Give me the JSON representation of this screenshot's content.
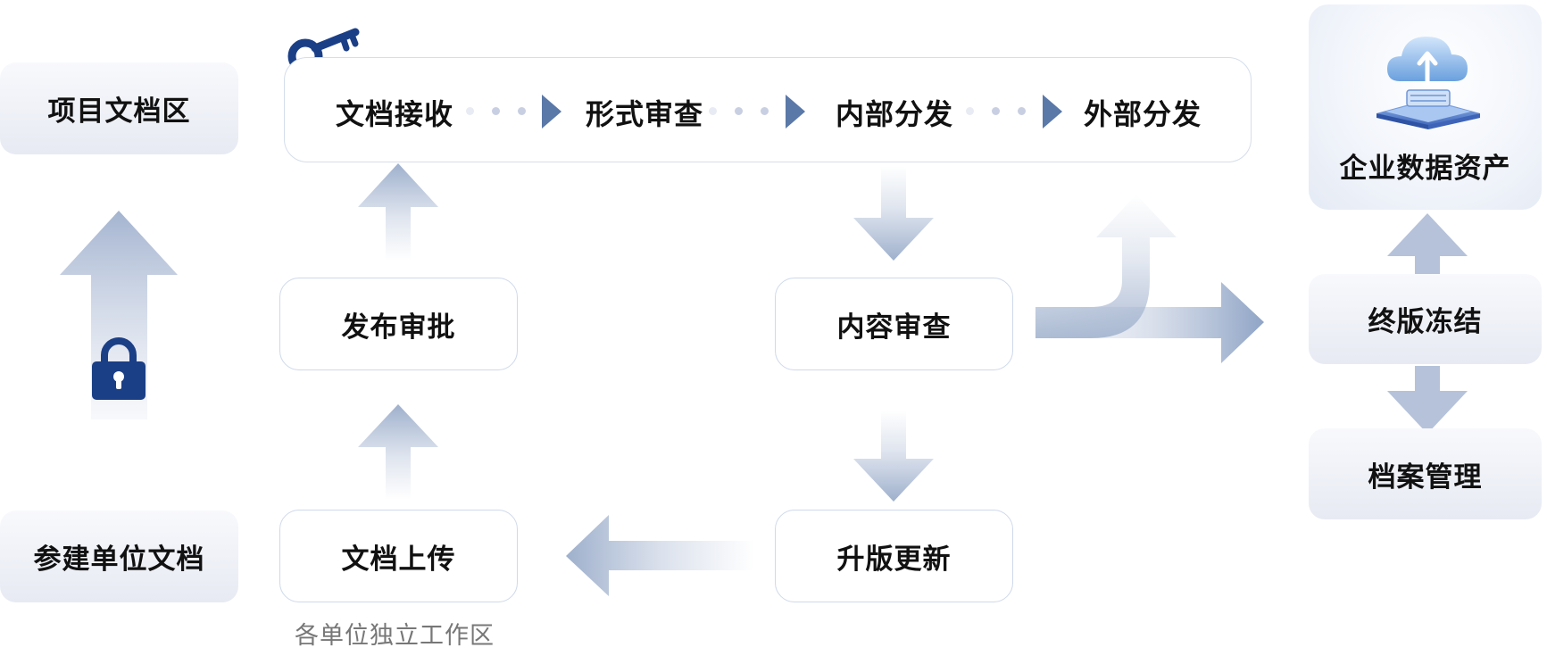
{
  "nodes": {
    "project_docs": "项目文档区",
    "participant_docs": "参建单位文档",
    "approval": "发布审批",
    "upload": "文档上传",
    "content_review": "内容审查",
    "version_update": "升版更新",
    "enterprise_assets": "企业数据资产",
    "final_freeze": "终版冻结",
    "archive": "档案管理"
  },
  "process": {
    "steps": [
      "文档接收",
      "形式审查",
      "内部分发",
      "外部分发"
    ]
  },
  "caption": "各单位独立工作区",
  "icons": {
    "key": "key-icon",
    "lock": "lock-icon",
    "cloud": "cloud-server-icon"
  },
  "colors": {
    "arrow": "#9eb0cc",
    "arrow_dark": "#5a78a8",
    "icon_blue": "#1b3f86",
    "cloud_blue": "#6aa0de"
  }
}
